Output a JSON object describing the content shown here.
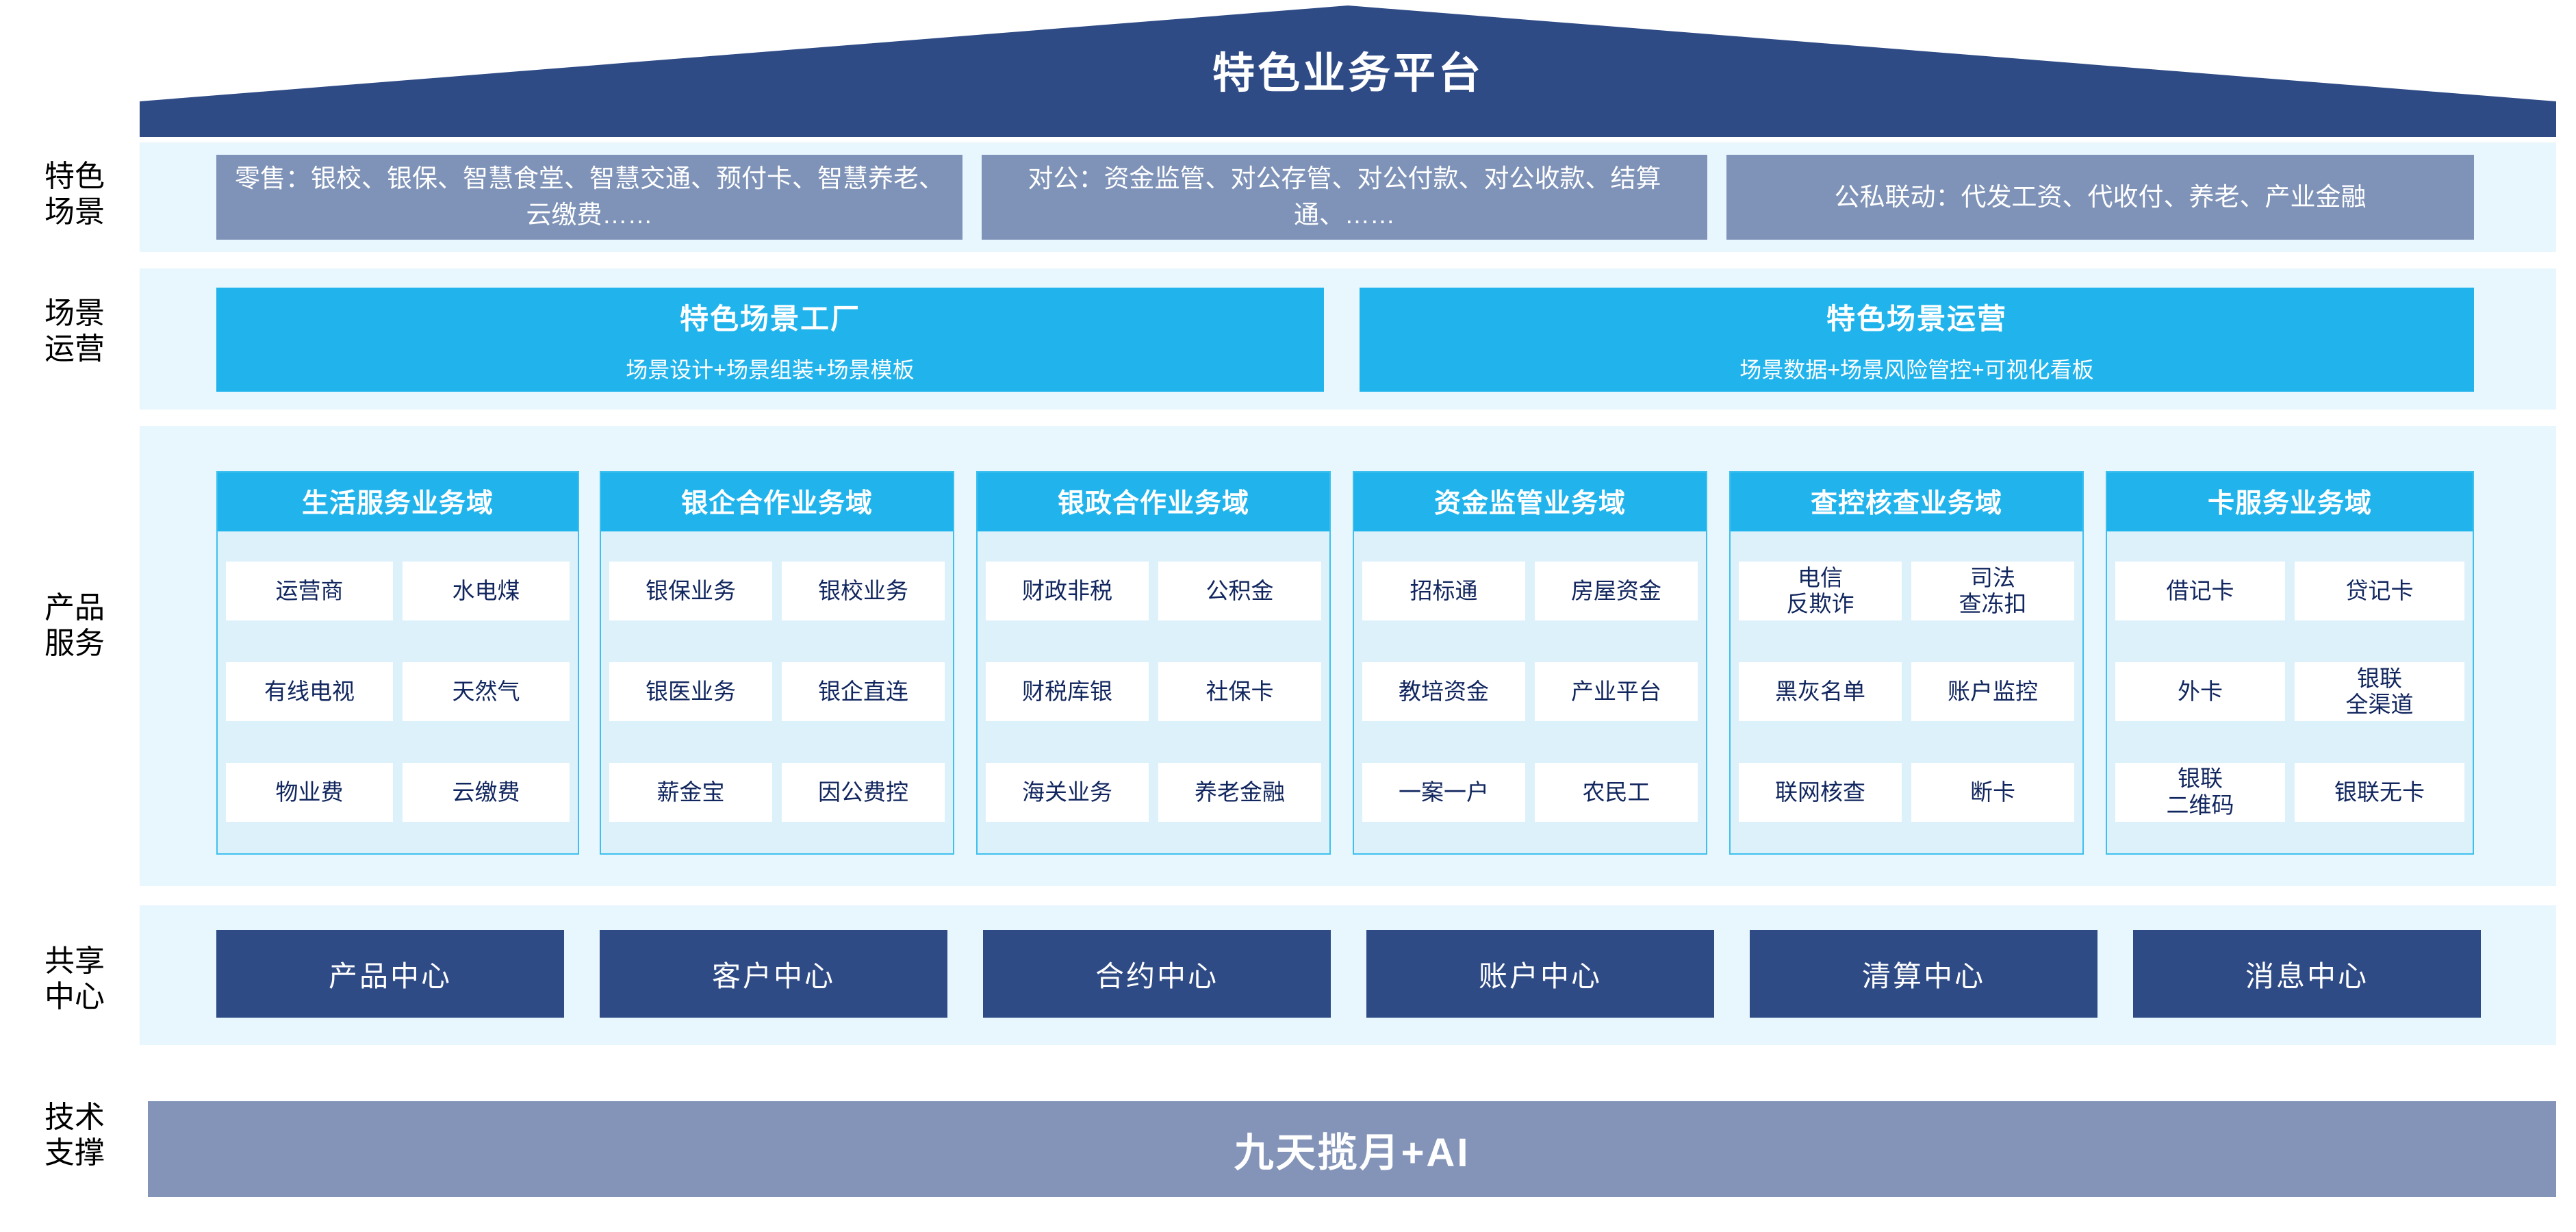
{
  "header": {
    "title": "特色业务平台"
  },
  "colors": {
    "roof_navy": "#2f4b86",
    "scenario_slate": "#7f93b8",
    "operation_cyan": "#21b4ec",
    "band_light": "#e8f6fd",
    "domain_body": "#ddf1fb",
    "domain_border": "#3ec0ee",
    "center_navy": "#2f4b86",
    "tech_slate": "#8394b8",
    "cell_text": "#11265e",
    "cell_bg": "#ffffff"
  },
  "rows": {
    "scenario_label": "特色\n场景",
    "operation_label": "场景\n运营",
    "product_label": "产品\n服务",
    "center_label": "共享\n中心",
    "tech_label": "技术\n支撑"
  },
  "scenarios": [
    {
      "text": "零售：银校、银保、智慧食堂、智慧交通、预付卡、智慧养老、云缴费……"
    },
    {
      "text": "对公：资金监管、对公存管、对公付款、对公收款、结算通、……"
    },
    {
      "text": "公私联动：代发工资、代收付、养老、产业金融"
    }
  ],
  "operations": [
    {
      "title": "特色场景工厂",
      "subtitle": "场景设计+场景组装+场景模板"
    },
    {
      "title": "特色场景运营",
      "subtitle": "场景数据+场景风险管控+可视化看板"
    }
  ],
  "domains": [
    {
      "title": "生活服务业务域",
      "rows": [
        [
          "运营商",
          "水电煤"
        ],
        [
          "有线电视",
          "天然气"
        ],
        [
          "物业费",
          "云缴费"
        ]
      ]
    },
    {
      "title": "银企合作业务域",
      "rows": [
        [
          "银保业务",
          "银校业务"
        ],
        [
          "银医业务",
          "银企直连"
        ],
        [
          "薪金宝",
          "因公费控"
        ]
      ]
    },
    {
      "title": "银政合作业务域",
      "rows": [
        [
          "财政非税",
          "公积金"
        ],
        [
          "财税库银",
          "社保卡"
        ],
        [
          "海关业务",
          "养老金融"
        ]
      ]
    },
    {
      "title": "资金监管业务域",
      "rows": [
        [
          "招标通",
          "房屋资金"
        ],
        [
          "教培资金",
          "产业平台"
        ],
        [
          "一案一户",
          "农民工"
        ]
      ]
    },
    {
      "title": "查控核查业务域",
      "rows": [
        [
          "电信\n反欺诈",
          "司法\n查冻扣"
        ],
        [
          "黑灰名单",
          "账户监控"
        ],
        [
          "联网核查",
          "断卡"
        ]
      ]
    },
    {
      "title": "卡服务业务域",
      "rows": [
        [
          "借记卡",
          "贷记卡"
        ],
        [
          "外卡",
          "银联\n全渠道"
        ],
        [
          "银联\n二维码",
          "银联无卡"
        ]
      ]
    }
  ],
  "shared_centers": [
    "产品中心",
    "客户中心",
    "合约中心",
    "账户中心",
    "清算中心",
    "消息中心"
  ],
  "tech_support": {
    "label": "九天揽月+AI"
  }
}
